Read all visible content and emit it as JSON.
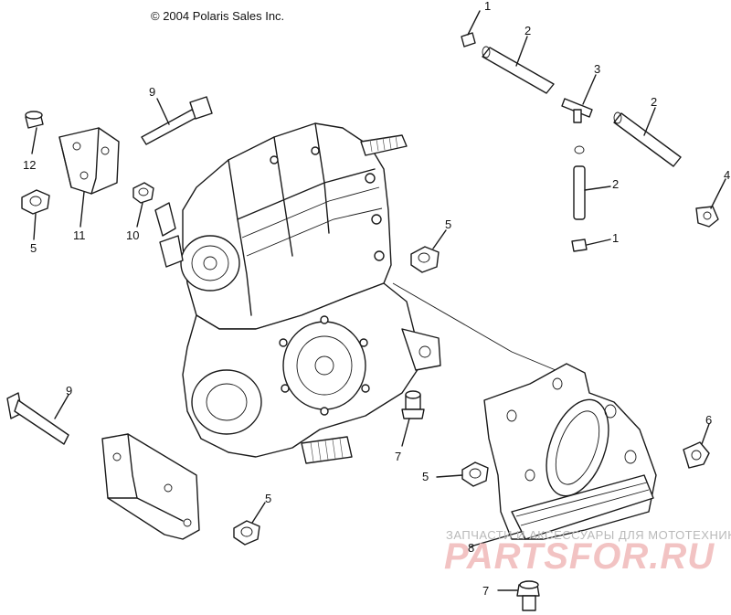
{
  "copyright": "© 2004 Polaris Sales Inc.",
  "watermark": {
    "line1": "ЗАПЧАСТИ И АКСЕССУАРЫ ДЛЯ МОТОТЕХНИКИ",
    "line2": "PARTSFOR.RU"
  },
  "callouts": [
    "1",
    "2",
    "3",
    "2",
    "4",
    "2",
    "1",
    "12",
    "11",
    "9",
    "5",
    "10",
    "5",
    "9",
    "5",
    "7",
    "6",
    "5",
    "8",
    "7"
  ]
}
